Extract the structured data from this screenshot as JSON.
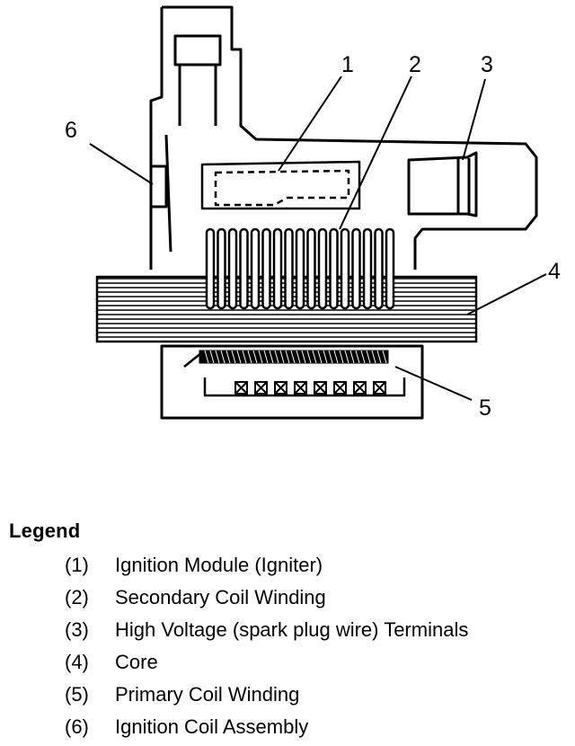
{
  "diagram": {
    "callouts": [
      "1",
      "2",
      "3",
      "4",
      "5",
      "6"
    ]
  },
  "legend": {
    "title": "Legend",
    "items": [
      {
        "num": "(1)",
        "text": "Ignition Module (Igniter)"
      },
      {
        "num": "(2)",
        "text": "Secondary Coil Winding"
      },
      {
        "num": "(3)",
        "text": "High Voltage (spark plug wire) Terminals"
      },
      {
        "num": "(4)",
        "text": "Core"
      },
      {
        "num": "(5)",
        "text": "Primary Coil Winding"
      },
      {
        "num": "(6)",
        "text": "Ignition Coil Assembly"
      }
    ]
  },
  "colors": {
    "ink": "#000000",
    "paper": "#ffffff"
  }
}
